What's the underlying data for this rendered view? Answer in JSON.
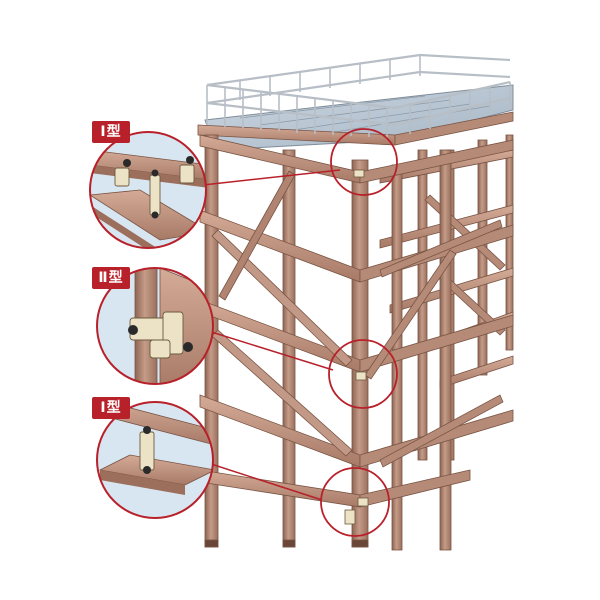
{
  "labels": {
    "type_1_top": "Ⅰ型",
    "type_2_mid": "Ⅱ型",
    "type_1_bottom": "Ⅰ型"
  },
  "colors": {
    "accent_red": "#b8202a",
    "steel_frame": "#b58b78",
    "steel_frame_dark": "#7a5444",
    "deck_plate": "#b9c6d3",
    "railing": "#c9cfd6",
    "clamp_metal": "#ece2c6"
  },
  "icons": [
    "scaffold-tower-illustration",
    "clamp-type-1-detail",
    "clamp-type-2-detail"
  ]
}
